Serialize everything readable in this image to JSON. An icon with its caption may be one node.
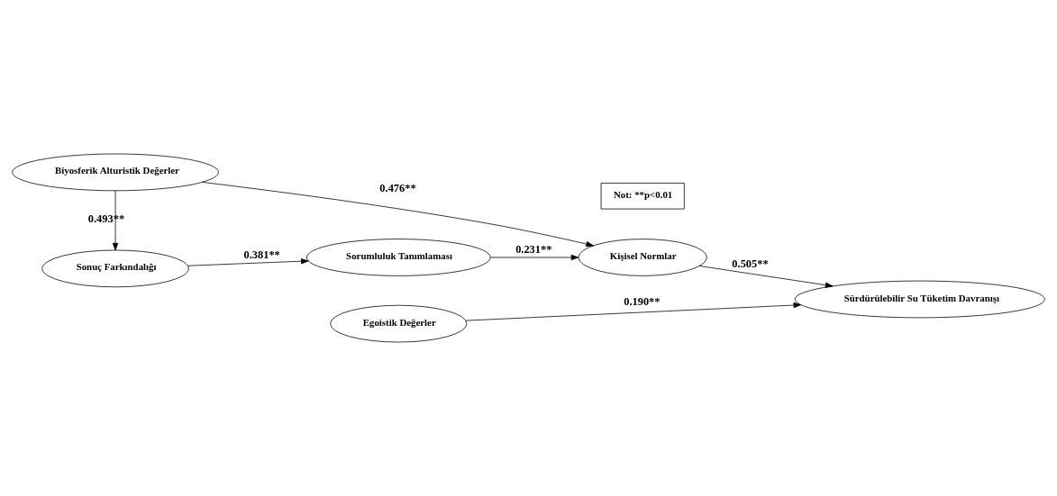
{
  "diagram": {
    "nodes": [
      {
        "text": [
          "Biyosferik Alturistik Değerler"
        ]
      },
      {
        "text": [
          "Egoistik Değerler"
        ]
      },
      {
        "text": [
          "Sonuç Farkındalığı"
        ]
      },
      {
        "text": [
          "Kişisel Normlar"
        ]
      },
      {
        "text": [
          "Sürdürülebilir Su Tüketim Davranışı"
        ]
      },
      {
        "text": [
          "Sorumluluk Tanımlaması"
        ]
      },
      {
        "text": [
          "Not: **p<0.01"
        ]
      }
    ],
    "edges": [
      {
        "from": 0,
        "to": 2,
        "arrow": "to",
        "label": "0.493**"
      },
      {
        "from": 0,
        "to": 3,
        "arrow": "to",
        "label": "0.476**"
      },
      {
        "from": 1,
        "to": 4,
        "arrow": "to",
        "label": "0.190**"
      },
      {
        "from": 2,
        "to": 5,
        "arrow": "to",
        "label": "0.381**"
      },
      {
        "from": 5,
        "to": 3,
        "arrow": "to",
        "label": "0.231**"
      },
      {
        "from": 3,
        "to": 4,
        "arrow": "to",
        "label": "0.505**"
      }
    ]
  }
}
